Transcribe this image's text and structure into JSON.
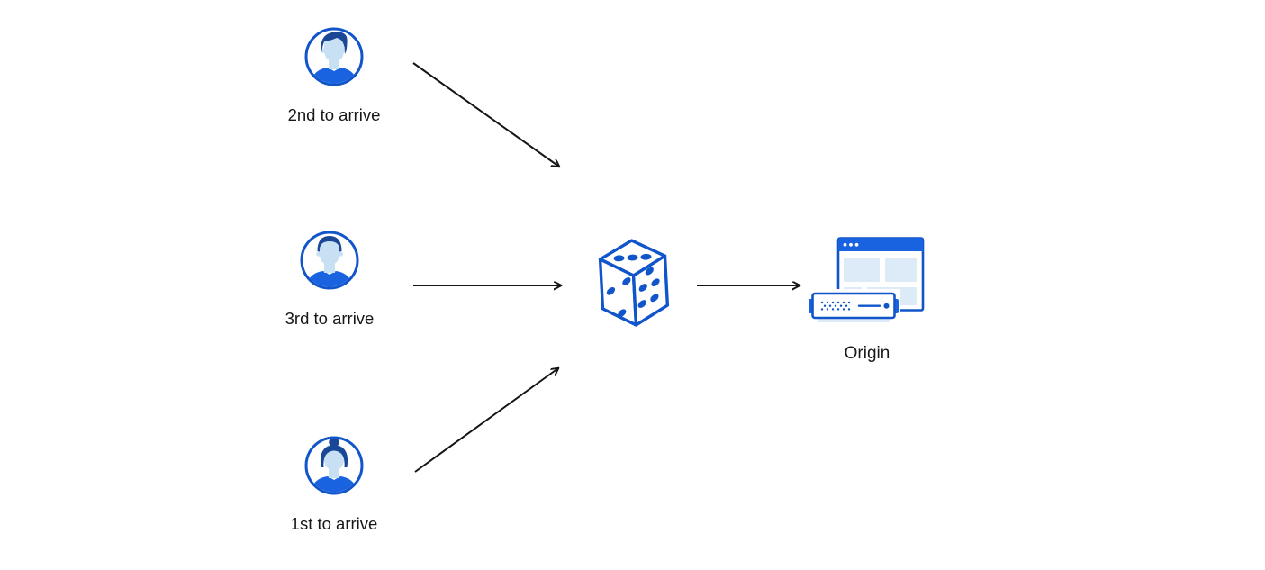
{
  "diagram": {
    "background": "#ffffff",
    "colors": {
      "outline_blue": "#1155cb",
      "solid_blue": "#1a63e0",
      "dark_blue": "#1a4796",
      "skin_blue": "#c8e0f4",
      "pale_blue": "#ddeaf7",
      "arrow_black": "#151515",
      "label_color": "#17171a",
      "background": "#ffffff"
    },
    "nodes": [
      {
        "id": "user-2nd",
        "type": "user",
        "icon": "man-quiff-avatar-icon",
        "label": "2nd to arrive"
      },
      {
        "id": "user-3rd",
        "type": "user",
        "icon": "man-short-hair-avatar-icon",
        "label": "3rd to arrive"
      },
      {
        "id": "user-1st",
        "type": "user",
        "icon": "woman-bun-avatar-icon",
        "label": "1st to arrive"
      },
      {
        "id": "dice",
        "type": "random-selector",
        "icon": "dice-icon",
        "label": ""
      },
      {
        "id": "origin",
        "type": "server",
        "icon": "browser-server-icon",
        "label": "Origin"
      }
    ],
    "edges": [
      {
        "from": "user-2nd",
        "to": "dice"
      },
      {
        "from": "user-3rd",
        "to": "dice"
      },
      {
        "from": "user-1st",
        "to": "dice"
      },
      {
        "from": "dice",
        "to": "origin"
      }
    ]
  }
}
